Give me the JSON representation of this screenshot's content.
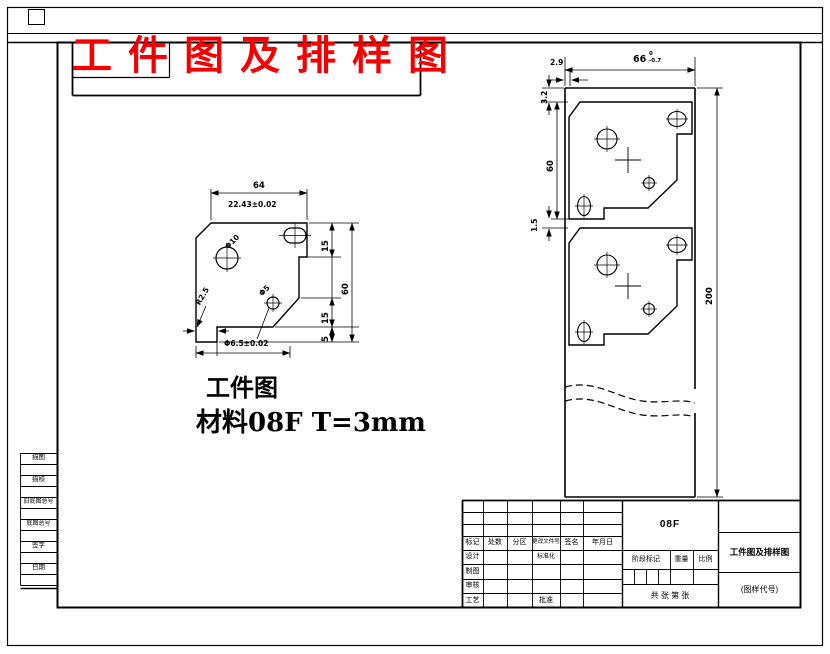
{
  "page": {
    "red_title": "工件图及排样图"
  },
  "workpiece": {
    "caption": "工件图",
    "material": "材料08F  T=3mm",
    "dim_width": "64",
    "dim_tol": "22.43±0.02",
    "dim_right_top": "15",
    "dim_right_overall": "60",
    "dim_right_mid": "15",
    "dim_right_bottom": "5",
    "dim_bottom": "Φ6.5±0.02",
    "label_hole_large": "Φ10",
    "label_hole_small": "Φ5",
    "label_radius": "R2.5"
  },
  "strip": {
    "dim_width": "66",
    "dim_width_tol_upper": "0",
    "dim_width_tol_lower": "-0.7",
    "dim_side_margin": "2.9",
    "dim_edge_margin": "3.2",
    "dim_part_height": "60",
    "dim_bridge": "1.5",
    "dim_length": "200"
  },
  "left_strip": {
    "labels": [
      "描图",
      "描校",
      "旧底图总号",
      "底图总号",
      "签字",
      "日期"
    ]
  },
  "title_block": {
    "material": "08F",
    "title": "工件图及排样图",
    "code": "(图样代号)",
    "header": [
      "标记",
      "处数",
      "分区",
      "更改文件号",
      "签名",
      "年月日"
    ],
    "row_labels": [
      "设计",
      "制图",
      "审核",
      "工艺"
    ],
    "standardization": "标准化",
    "approval": "批准",
    "stage": "阶段标记",
    "weight": "重量",
    "scale": "比例",
    "sheets": "共  张  第  张"
  }
}
